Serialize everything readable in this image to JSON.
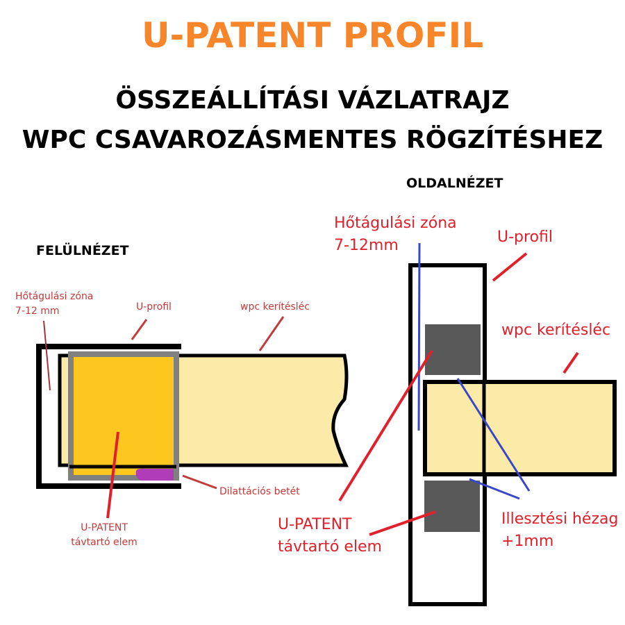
{
  "title": "U-PATENT PROFIL",
  "subtitle_line1": "ÖSSZEÁLLÍTÁSI VÁZLATRAJZ",
  "subtitle_line2": "WPC CSAVAROZÁSMENTES RÖGZÍTÉSHEZ",
  "top_view": {
    "heading": "FELÜLNÉZET",
    "labels": {
      "thermal_zone_1": "Hőtágulási zóna",
      "thermal_zone_2": "7-12 mm",
      "u_profile": "U-profil",
      "wpc_board": "wpc kerítésléc",
      "dilatation_insert": "Dilattációs betét",
      "spacer_1": "U-PATENT",
      "spacer_2": "távtartó elem"
    }
  },
  "side_view": {
    "heading": "OLDALNÉZET",
    "labels": {
      "thermal_zone_1": "Hőtágulási zóna",
      "thermal_zone_2": "7-12mm",
      "u_profile": "U-profil",
      "wpc_board": "wpc kerítésléc",
      "spacer_1": "U-PATENT",
      "spacer_2": "távtartó elem",
      "fit_gap_1": "Illesztési hézag",
      "fit_gap_2": "+1mm"
    }
  },
  "colors": {
    "title": "#f7852a",
    "board": "#fbeaa8",
    "spacer": "#fdc71f",
    "gray": "#808080",
    "dark": "#595959",
    "insert": "#b03cb8",
    "red": "#e0202a",
    "blue": "#3a46c8"
  }
}
